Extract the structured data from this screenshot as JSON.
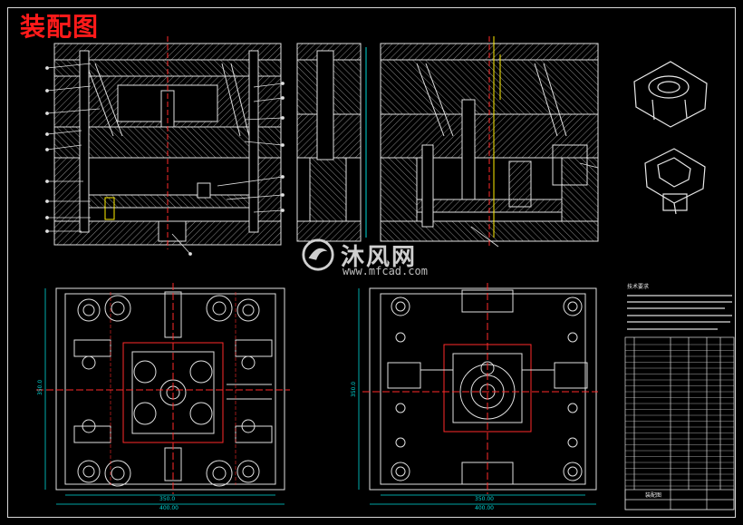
{
  "title": "装配图",
  "watermark": {
    "text": "沐风网",
    "url": "www.mfcad.com"
  },
  "dimensions": {
    "left_inner_width": "350.0",
    "left_outer_width": "400.00",
    "left_height": "350.0",
    "right_inner_width": "350.00",
    "right_outer_width": "400.00",
    "right_height": "350.0"
  },
  "title_block": {
    "name": "装配图",
    "note": "技术要求"
  },
  "colors": {
    "line": "#e0e0e0",
    "hatch": "#9a9a9a",
    "center": "#ff2a2a",
    "dim": "#00d8d8",
    "yellow": "#ffee00"
  }
}
